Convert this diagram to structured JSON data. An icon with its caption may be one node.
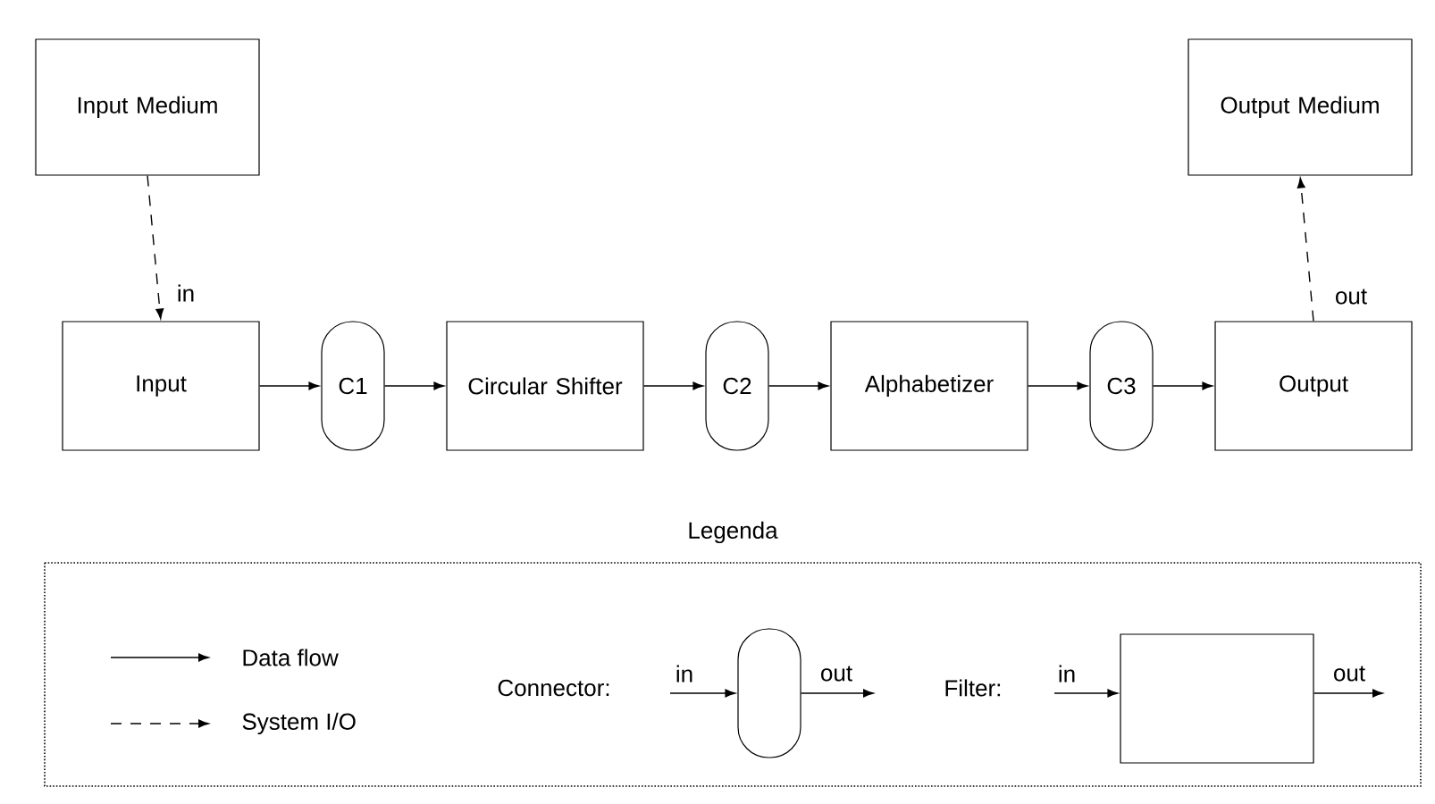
{
  "diagram": {
    "nodes": [
      {
        "text": [
          "Input Medium"
        ]
      },
      {
        "text": [
          "Output Medium"
        ]
      },
      {
        "text": [
          "Input"
        ]
      },
      {
        "text": [
          "C1"
        ]
      },
      {
        "text": [
          "Circular Shifter"
        ]
      },
      {
        "text": [
          "C2"
        ]
      },
      {
        "text": [
          "Alphabetizer"
        ]
      },
      {
        "text": [
          "C3"
        ]
      },
      {
        "text": [
          "Output"
        ]
      },
      {
        "text": [],
        "shape": "capsule"
      },
      {
        "text": [],
        "shape": "box"
      }
    ],
    "edges": [
      {
        "from": 0,
        "to": 2,
        "arrow": "to",
        "style": "dashed",
        "label": "in"
      },
      {
        "from": 2,
        "to": 3,
        "arrow": "to"
      },
      {
        "from": 3,
        "to": 4,
        "arrow": "to"
      },
      {
        "from": 4,
        "to": 5,
        "arrow": "to"
      },
      {
        "from": 5,
        "to": 6,
        "arrow": "to"
      },
      {
        "from": 6,
        "to": 7,
        "arrow": "to"
      },
      {
        "from": 7,
        "to": 8,
        "arrow": "to"
      },
      {
        "from": 8,
        "to": 1,
        "arrow": "to",
        "style": "dashed",
        "label": "out"
      },
      {
        "from": null,
        "to": 9,
        "arrow": "to",
        "label": "in"
      },
      {
        "from": 9,
        "to": null,
        "arrow": "to",
        "label": "out"
      },
      {
        "from": null,
        "to": 10,
        "arrow": "to",
        "label": "in"
      },
      {
        "from": 10,
        "to": null,
        "arrow": "to",
        "label": "out"
      }
    ],
    "labels": [
      "Legenda"
    ],
    "legend": [
      {
        "text": "Data flow"
      },
      {
        "text": "System I/O"
      },
      {
        "text": "Connector:"
      },
      {
        "text": "Filter:"
      }
    ]
  }
}
